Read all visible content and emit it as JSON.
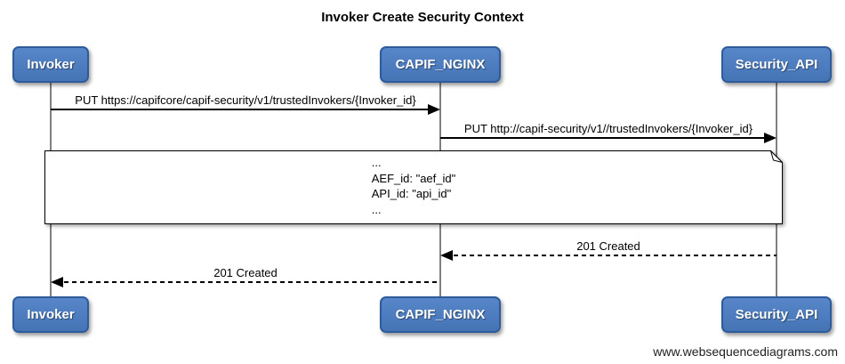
{
  "title": "Invoker Create Security Context",
  "actors": [
    {
      "name": "Invoker"
    },
    {
      "name": "CAPIF_NGINX"
    },
    {
      "name": "Security_API"
    }
  ],
  "messages": [
    {
      "label": "PUT https://capifcore/capif-security/v1/trustedInvokers/{Invoker_id}",
      "from": "Invoker",
      "to": "CAPIF_NGINX",
      "style": "solid"
    },
    {
      "label": "PUT http://capif-security/v1//trustedInvokers/{Invoker_id}",
      "from": "CAPIF_NGINX",
      "to": "Security_API",
      "style": "solid"
    },
    {
      "label": "201 Created",
      "from": "Security_API",
      "to": "CAPIF_NGINX",
      "style": "dashed"
    },
    {
      "label": "201 Created",
      "from": "CAPIF_NGINX",
      "to": "Invoker",
      "style": "dashed"
    }
  ],
  "note": {
    "lines": [
      "...",
      "AEF_id: \"aef_id\"",
      "API_id: \"api_id\"",
      "..."
    ]
  },
  "footer": "www.websequencediagrams.com",
  "colors": {
    "actor_fill": "#4d7dbf",
    "actor_border": "#2d5b9b",
    "actor_text": "#ffffff",
    "lifeline": "#808080",
    "line": "#000000",
    "note_fill": "#ffffff"
  }
}
